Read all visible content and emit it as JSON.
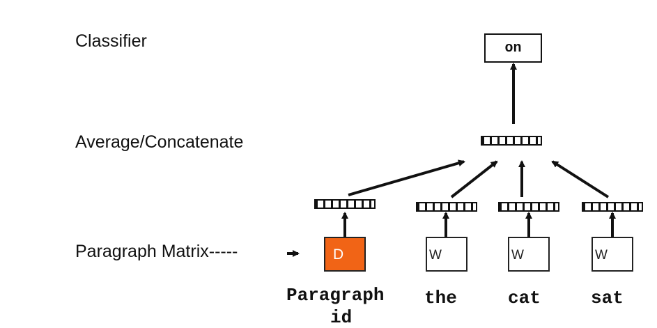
{
  "rows": {
    "classifier": "Classifier",
    "average": "Average/Concatenate",
    "matrix": "Paragraph Matrix-----"
  },
  "output": {
    "word": "on"
  },
  "inputs": [
    {
      "box": "D",
      "word": "Paragraph id",
      "word_line1": "Paragraph",
      "word_line2": "id",
      "kind": "paragraph"
    },
    {
      "box": "W",
      "word": "the",
      "kind": "word"
    },
    {
      "box": "W",
      "word": "cat",
      "kind": "word"
    },
    {
      "box": "W",
      "word": "sat",
      "kind": "word"
    }
  ],
  "colors": {
    "paragraph_box": "#f16416",
    "line": "#111111"
  },
  "icons": {
    "edge": "arrow-icon"
  }
}
